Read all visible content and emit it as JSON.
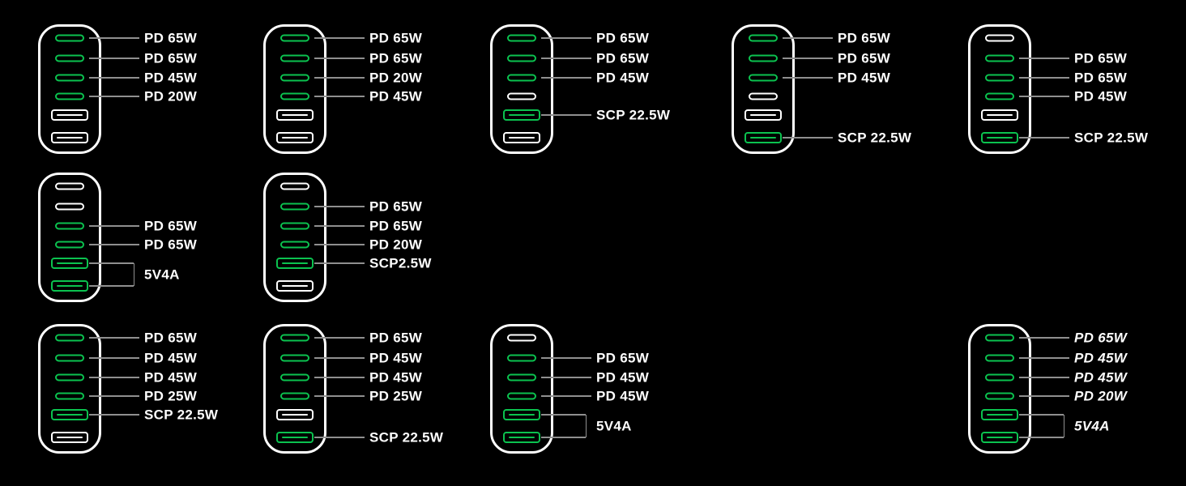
{
  "colors": {
    "background": "#000000",
    "port_active": "#0bc24f",
    "port_inactive": "#ffffff",
    "connector_line": "#8f8f8f",
    "label_text": "#ffffff"
  },
  "chargers": [
    {
      "row": 1,
      "col": 1,
      "ports": [
        {
          "type": "usb-c",
          "state": "active",
          "label": "PD 65W"
        },
        {
          "type": "usb-c",
          "state": "active",
          "label": "PD 65W"
        },
        {
          "type": "usb-c",
          "state": "active",
          "label": "PD 45W"
        },
        {
          "type": "usb-c",
          "state": "active",
          "label": "PD 20W"
        },
        {
          "type": "usb-a",
          "state": "inactive",
          "label": ""
        },
        {
          "type": "usb-a",
          "state": "inactive",
          "label": ""
        }
      ]
    },
    {
      "row": 1,
      "col": 2,
      "ports": [
        {
          "type": "usb-c",
          "state": "active",
          "label": "PD 65W"
        },
        {
          "type": "usb-c",
          "state": "active",
          "label": "PD 65W"
        },
        {
          "type": "usb-c",
          "state": "active",
          "label": "PD 20W"
        },
        {
          "type": "usb-c",
          "state": "active",
          "label": "PD 45W"
        },
        {
          "type": "usb-a",
          "state": "inactive",
          "label": ""
        },
        {
          "type": "usb-a",
          "state": "inactive",
          "label": ""
        }
      ]
    },
    {
      "row": 1,
      "col": 3,
      "ports": [
        {
          "type": "usb-c",
          "state": "active",
          "label": "PD 65W"
        },
        {
          "type": "usb-c",
          "state": "active",
          "label": "PD 65W"
        },
        {
          "type": "usb-c",
          "state": "active",
          "label": "PD 45W"
        },
        {
          "type": "usb-c",
          "state": "inactive",
          "label": ""
        },
        {
          "type": "usb-a",
          "state": "active",
          "label": "SCP 22.5W"
        },
        {
          "type": "usb-a",
          "state": "inactive",
          "label": ""
        }
      ]
    },
    {
      "row": 1,
      "col": 4,
      "ports": [
        {
          "type": "usb-c",
          "state": "active",
          "label": "PD 65W"
        },
        {
          "type": "usb-c",
          "state": "active",
          "label": "PD 65W"
        },
        {
          "type": "usb-c",
          "state": "active",
          "label": "PD 45W"
        },
        {
          "type": "usb-c",
          "state": "inactive",
          "label": ""
        },
        {
          "type": "usb-a",
          "state": "inactive",
          "label": ""
        },
        {
          "type": "usb-a",
          "state": "active",
          "label": "SCP 22.5W"
        }
      ]
    },
    {
      "row": 1,
      "col": 5,
      "ports": [
        {
          "type": "usb-c",
          "state": "inactive",
          "label": ""
        },
        {
          "type": "usb-c",
          "state": "active",
          "label": "PD 65W"
        },
        {
          "type": "usb-c",
          "state": "active",
          "label": "PD 65W"
        },
        {
          "type": "usb-c",
          "state": "active",
          "label": "PD 45W"
        },
        {
          "type": "usb-a",
          "state": "inactive",
          "label": ""
        },
        {
          "type": "usb-a",
          "state": "active",
          "label": "SCP 22.5W"
        }
      ]
    },
    {
      "row": 2,
      "col": 1,
      "ports": [
        {
          "type": "usb-c",
          "state": "inactive",
          "label": ""
        },
        {
          "type": "usb-c",
          "state": "inactive",
          "label": ""
        },
        {
          "type": "usb-c",
          "state": "active",
          "label": "PD 65W"
        },
        {
          "type": "usb-c",
          "state": "active",
          "label": "PD 65W"
        },
        {
          "type": "usb-a",
          "state": "active",
          "label": ""
        },
        {
          "type": "usb-a",
          "state": "active",
          "label": ""
        }
      ],
      "shared_label": {
        "text": "5V4A",
        "ports": [
          4,
          5
        ]
      }
    },
    {
      "row": 2,
      "col": 2,
      "ports": [
        {
          "type": "usb-c",
          "state": "inactive",
          "label": ""
        },
        {
          "type": "usb-c",
          "state": "active",
          "label": "PD 65W"
        },
        {
          "type": "usb-c",
          "state": "active",
          "label": "PD 65W"
        },
        {
          "type": "usb-c",
          "state": "active",
          "label": "PD 20W"
        },
        {
          "type": "usb-a",
          "state": "active",
          "label": "SCP2.5W"
        },
        {
          "type": "usb-a",
          "state": "inactive",
          "label": ""
        }
      ]
    },
    {
      "row": 3,
      "col": 1,
      "ports": [
        {
          "type": "usb-c",
          "state": "active",
          "label": "PD 65W"
        },
        {
          "type": "usb-c",
          "state": "active",
          "label": "PD 45W"
        },
        {
          "type": "usb-c",
          "state": "active",
          "label": "PD 45W"
        },
        {
          "type": "usb-c",
          "state": "active",
          "label": "PD 25W"
        },
        {
          "type": "usb-a",
          "state": "active",
          "label": "SCP 22.5W"
        },
        {
          "type": "usb-a",
          "state": "inactive",
          "label": ""
        }
      ]
    },
    {
      "row": 3,
      "col": 2,
      "ports": [
        {
          "type": "usb-c",
          "state": "active",
          "label": "PD 65W"
        },
        {
          "type": "usb-c",
          "state": "active",
          "label": "PD 45W"
        },
        {
          "type": "usb-c",
          "state": "active",
          "label": "PD 45W"
        },
        {
          "type": "usb-c",
          "state": "active",
          "label": "PD 25W"
        },
        {
          "type": "usb-a",
          "state": "inactive",
          "label": ""
        },
        {
          "type": "usb-a",
          "state": "active",
          "label": "SCP 22.5W"
        }
      ]
    },
    {
      "row": 3,
      "col": 3,
      "ports": [
        {
          "type": "usb-c",
          "state": "inactive",
          "label": ""
        },
        {
          "type": "usb-c",
          "state": "active",
          "label": "PD 65W"
        },
        {
          "type": "usb-c",
          "state": "active",
          "label": "PD 45W"
        },
        {
          "type": "usb-c",
          "state": "active",
          "label": "PD 45W"
        },
        {
          "type": "usb-a",
          "state": "active",
          "label": ""
        },
        {
          "type": "usb-a",
          "state": "active",
          "label": ""
        }
      ],
      "shared_label": {
        "text": "5V4A",
        "ports": [
          4,
          5
        ]
      }
    },
    {
      "row": 3,
      "col": 5,
      "label_style": "italic",
      "ports": [
        {
          "type": "usb-c",
          "state": "active",
          "label": "PD 65W"
        },
        {
          "type": "usb-c",
          "state": "active",
          "label": "PD 45W"
        },
        {
          "type": "usb-c",
          "state": "active",
          "label": "PD 45W"
        },
        {
          "type": "usb-c",
          "state": "active",
          "label": "PD 20W"
        },
        {
          "type": "usb-a",
          "state": "active",
          "label": ""
        },
        {
          "type": "usb-a",
          "state": "active",
          "label": ""
        }
      ],
      "shared_label": {
        "text": "5V4A",
        "ports": [
          4,
          5
        ]
      }
    }
  ]
}
